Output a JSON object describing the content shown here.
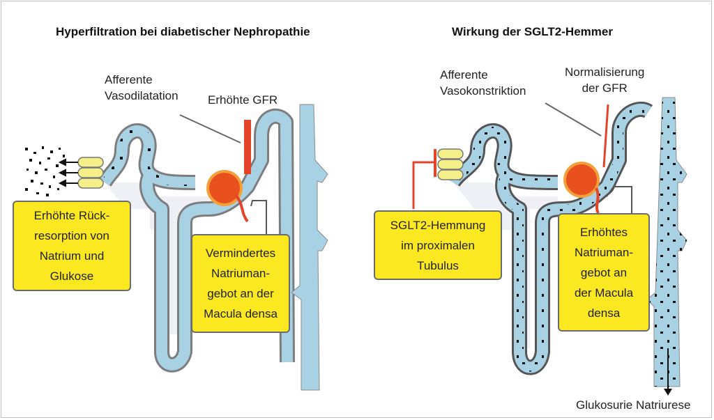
{
  "left_panel": {
    "title": "Hyperfiltration bei diabetischer Nephropathie",
    "label_afferent": [
      "Afferente",
      "Vasodilatation"
    ],
    "label_gfr": "Erhöhte GFR",
    "box_reabsorption": [
      "Erhöhte Rück-",
      "resorption von",
      "Natrium und",
      "Glukose"
    ],
    "box_macula": [
      "Vermindertes",
      "Natriuman-",
      "gebot an der",
      "Macula densa"
    ]
  },
  "right_panel": {
    "title": "Wirkung der SGLT2-Hemmer",
    "label_afferent": [
      "Afferente",
      "Vasokonstriktion"
    ],
    "label_gfr": [
      "Normalisierung",
      "der GFR"
    ],
    "box_sglt2": [
      "SGLT2-Hemmung",
      "im proximalen",
      "Tubulus"
    ],
    "box_macula": [
      "Erhöhtes",
      "Natriuman-",
      "gebot an",
      "der Macula",
      "densa"
    ],
    "label_bottom": "Glukosurie Natriurese"
  },
  "colors": {
    "tubule_fill": "#a9d1e4",
    "tubule_outline": "#7d7d7d",
    "box_fill": "#fce820",
    "glomerulus": "#e8501e",
    "arteriole": "#e3442a",
    "transporter": "#f5ef8a"
  }
}
